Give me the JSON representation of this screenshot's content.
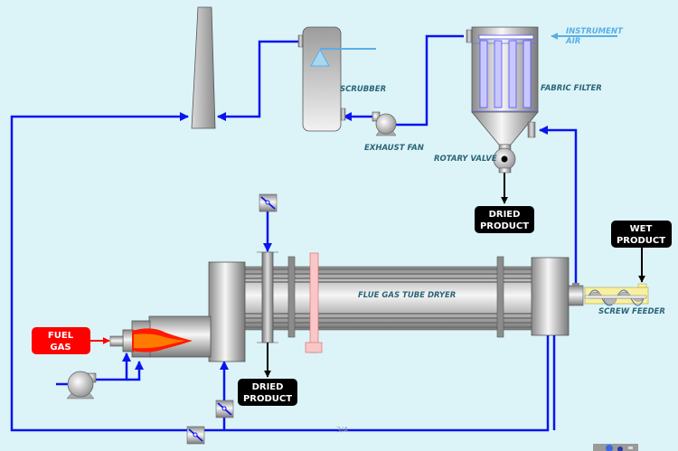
{
  "diagram": {
    "title": "Flue Gas Tube Dryer Process",
    "equipment_labels": {
      "scrubber": "SCRUBBER",
      "exhaust_fan": "EXHAUST FAN",
      "instrument_air_line1": "INSTRUMENT",
      "instrument_air_line2": "AIR",
      "fabric_filter": "FABRIC  FILTER",
      "rotary_valve": "ROTARY VALVE",
      "tube_dryer": "FLUE GAS TUBE DRYER",
      "screw_feeder": "SCREW FEEDER"
    },
    "stream_boxes": {
      "fuel_gas": {
        "line1": "FUEL",
        "line2": "GAS"
      },
      "dried_product_top": {
        "line1": "DRIED",
        "line2": "PRODUCT"
      },
      "dried_product_bottom": {
        "line1": "DRIED",
        "line2": "PRODUCT"
      },
      "wet_product": {
        "line1": "WET",
        "line2": "PRODUCT"
      }
    },
    "page_indicator": "3/4",
    "colors": {
      "background": "#dcf4f8",
      "gas_line": "#0a14f0",
      "product_line": "#000000",
      "fuel_line": "#ff0000",
      "instrument_air": "#5aaee6",
      "fuel_box": "#ff0000",
      "product_box": "#000000",
      "label_text": "#2a6478",
      "flame_outer": "#ff1a00",
      "flame_inner": "#ff7a00"
    }
  }
}
